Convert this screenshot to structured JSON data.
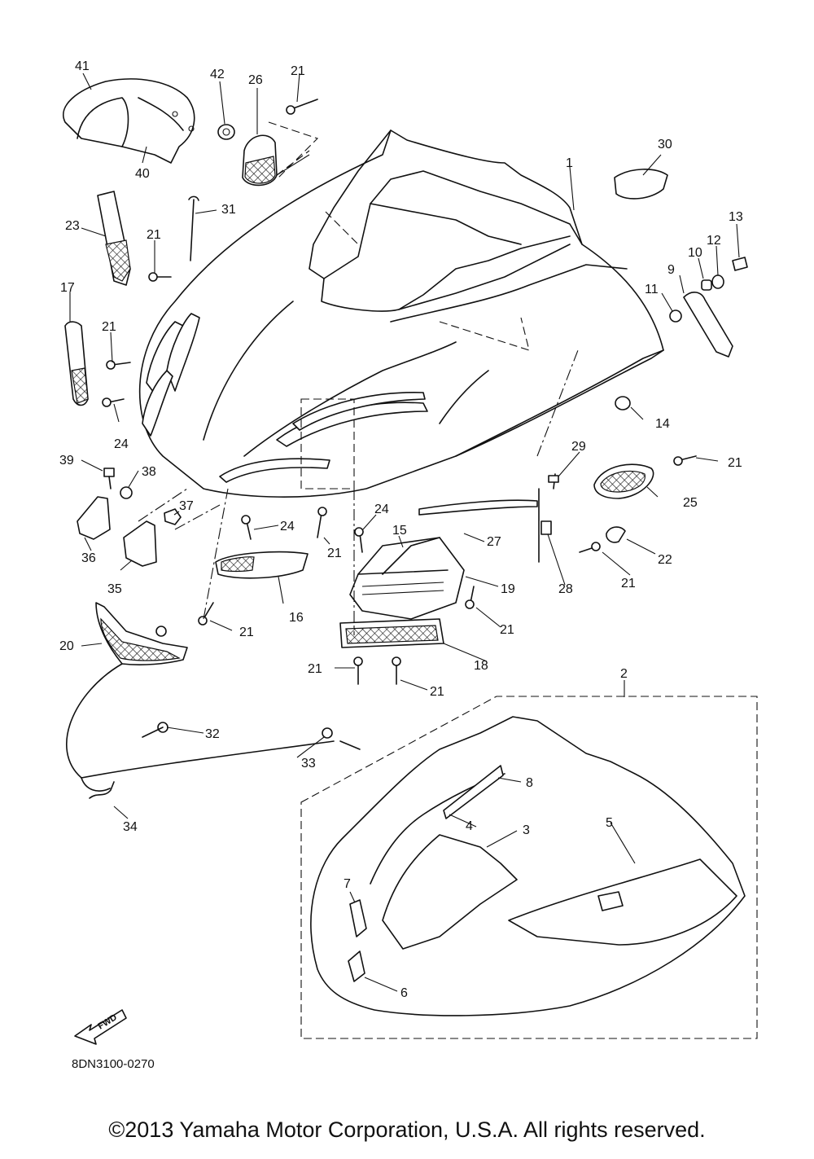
{
  "diagram": {
    "reference_code": "8DN3100-0270",
    "direction_label": "FWD",
    "copyright": "©2013 Yamaha Motor Corporation, U.S.A. All rights reserved.",
    "callouts": [
      "41",
      "42",
      "26",
      "21",
      "40",
      "30",
      "1",
      "13",
      "12",
      "10",
      "9",
      "11",
      "23",
      "31",
      "21",
      "17",
      "21",
      "24",
      "14",
      "39",
      "38",
      "29",
      "21",
      "25",
      "36",
      "37",
      "24",
      "21",
      "24",
      "15",
      "27",
      "22",
      "35",
      "16",
      "19",
      "28",
      "21",
      "21",
      "20",
      "21",
      "18",
      "21",
      "21",
      "2",
      "32",
      "33",
      "8",
      "34",
      "4",
      "3",
      "5",
      "7",
      "6"
    ]
  }
}
